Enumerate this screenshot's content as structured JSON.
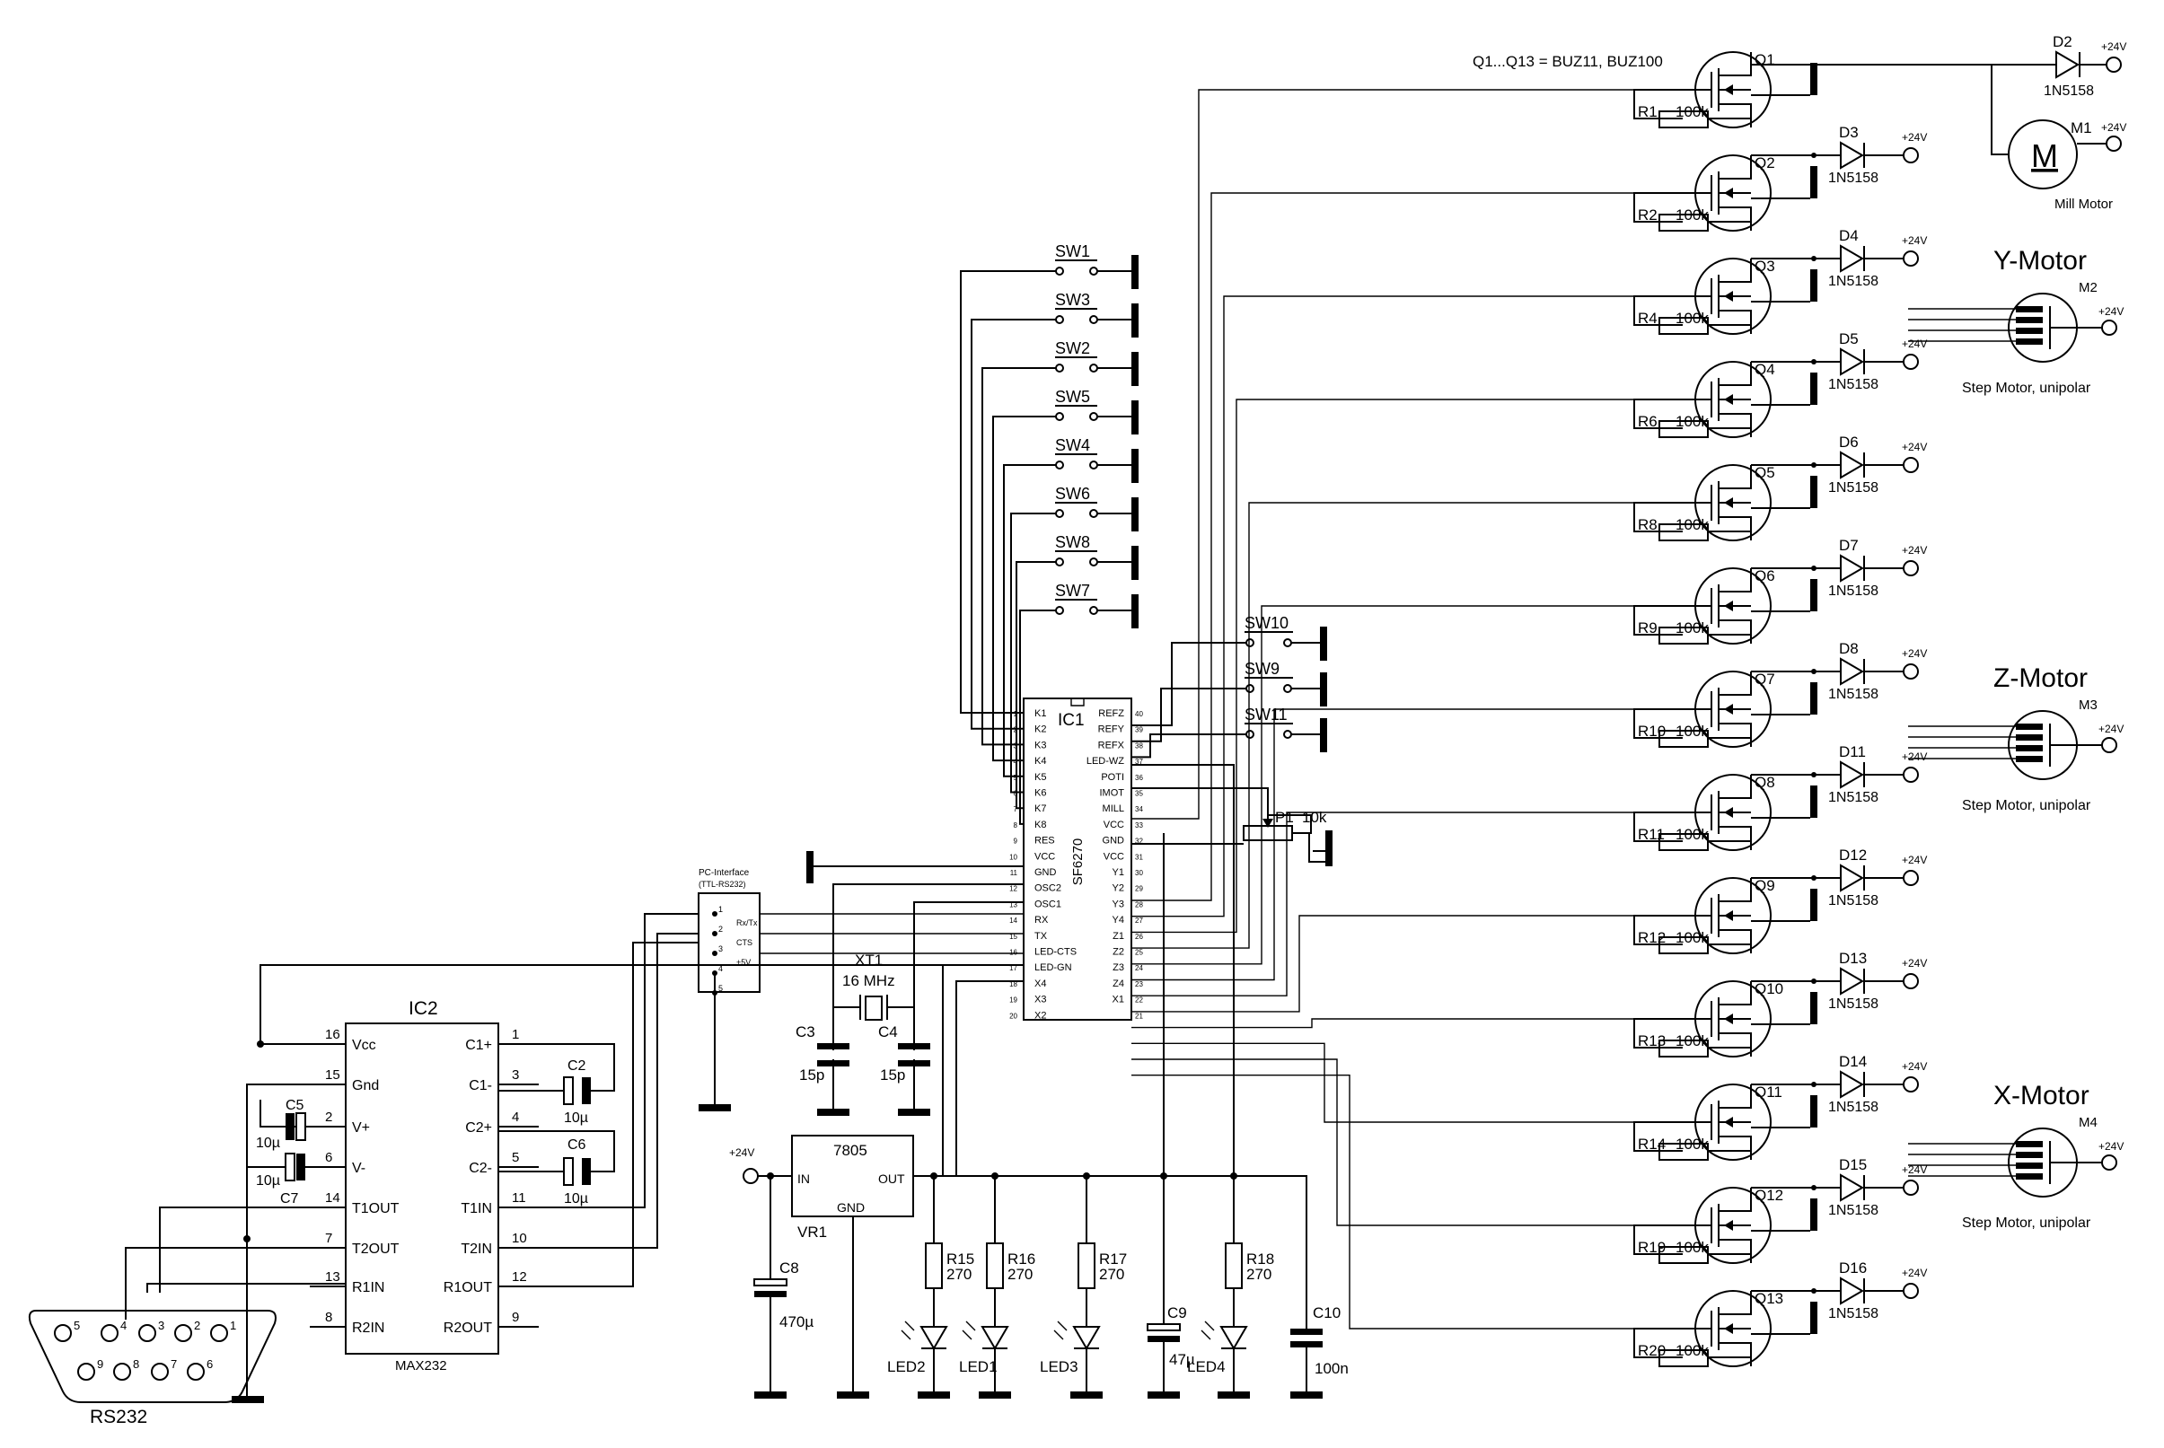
{
  "note": "Q1...Q13 = BUZ11, BUZ100",
  "ic1": {
    "ref": "IC1",
    "name": "SF6270",
    "left": [
      "K1",
      "K2",
      "K3",
      "K4",
      "K5",
      "K6",
      "K7",
      "K8",
      "RES",
      "VCC",
      "GND",
      "OSC2",
      "OSC1",
      "RX",
      "TX",
      "LED-CTS",
      "LED-GN",
      "X4",
      "X3",
      "X2"
    ],
    "right": [
      "REFZ",
      "REFY",
      "REFX",
      "LED-WZ",
      "POTI",
      "IMOT",
      "MILL",
      "VCC",
      "GND",
      "VCC",
      "Y1",
      "Y2",
      "Y3",
      "Y4",
      "Z1",
      "Z2",
      "Z3",
      "Z4",
      "X1",
      ""
    ]
  },
  "ic2": {
    "ref": "IC2",
    "name": "MAX232",
    "left_pins": [
      {
        "n": "16",
        "l": "Vcc"
      },
      {
        "n": "15",
        "l": "Gnd"
      },
      {
        "n": "2",
        "l": "V+"
      },
      {
        "n": "6",
        "l": "V-"
      },
      {
        "n": "14",
        "l": "T1OUT"
      },
      {
        "n": "7",
        "l": "T2OUT"
      },
      {
        "n": "13",
        "l": "R1IN"
      },
      {
        "n": "8",
        "l": "R2IN"
      }
    ],
    "right_pins": [
      {
        "n": "1",
        "l": "C1+"
      },
      {
        "n": "3",
        "l": "C1-"
      },
      {
        "n": "4",
        "l": "C2+"
      },
      {
        "n": "5",
        "l": "C2-"
      },
      {
        "n": "11",
        "l": "T1IN"
      },
      {
        "n": "10",
        "l": "T2IN"
      },
      {
        "n": "12",
        "l": "R1OUT"
      },
      {
        "n": "9",
        "l": "R2OUT"
      }
    ]
  },
  "switches": [
    "SW1",
    "SW3",
    "SW2",
    "SW5",
    "SW4",
    "SW6",
    "SW8",
    "SW7"
  ],
  "ref_switches": [
    "SW10",
    "SW9",
    "SW11"
  ],
  "pc_interface": {
    "title": "PC-Interface",
    "subtitle": "(TTL-RS232)",
    "pins": [
      "1",
      "2",
      "3",
      "4",
      "5"
    ],
    "labels": [
      "Rx/Tx",
      "CTS",
      "+5V"
    ]
  },
  "crystal": {
    "ref": "XT1",
    "value": "16 MHz"
  },
  "caps": {
    "c3": "C3",
    "c3v": "15p",
    "c4": "C4",
    "c4v": "15p",
    "c2": "C2",
    "c2v": "10µ",
    "c6": "C6",
    "c6v": "10µ",
    "c5": "C5",
    "c5v": "10µ",
    "c7": "C7",
    "c7v": "10µ",
    "c8": "C8",
    "c8v": "470µ",
    "c9": "C9",
    "c9v": "47µ",
    "c10": "C10",
    "c10v": "100n"
  },
  "regulator": {
    "ref": "VR1",
    "name": "7805",
    "in": "IN",
    "out": "OUT",
    "gnd": "GND",
    "supply": "+24V"
  },
  "leds": [
    {
      "r": "R15",
      "rv": "270",
      "led": "LED2"
    },
    {
      "r": "R16",
      "rv": "270",
      "led": "LED1"
    },
    {
      "r": "R17",
      "rv": "270",
      "led": "LED3"
    },
    {
      "r": "R18",
      "rv": "270",
      "led": "LED4"
    }
  ],
  "pot": {
    "ref": "P1",
    "value": "10k"
  },
  "rs232": {
    "label": "RS232",
    "pins": [
      "5",
      "4",
      "3",
      "2",
      "1",
      "9",
      "8",
      "7",
      "6"
    ]
  },
  "drivers": [
    {
      "q": "Q1",
      "r": "R1",
      "rv": "100k",
      "d": "D2",
      "dv": "1N5158"
    },
    {
      "q": "Q2",
      "r": "R2",
      "rv": "100k",
      "d": "D3",
      "dv": "1N5158"
    },
    {
      "q": "Q3",
      "r": "R4",
      "rv": "100k",
      "d": "D4",
      "dv": "1N5158"
    },
    {
      "q": "Q4",
      "r": "R6",
      "rv": "100k",
      "d": "D5",
      "dv": "1N5158"
    },
    {
      "q": "Q5",
      "r": "R8",
      "rv": "100k",
      "d": "D6",
      "dv": "1N5158"
    },
    {
      "q": "Q6",
      "r": "R9",
      "rv": "100k",
      "d": "D7",
      "dv": "1N5158"
    },
    {
      "q": "Q7",
      "r": "R10",
      "rv": "100k",
      "d": "D8",
      "dv": "1N5158"
    },
    {
      "q": "Q8",
      "r": "R11",
      "rv": "100k",
      "d": "D11",
      "dv": "1N5158"
    },
    {
      "q": "Q9",
      "r": "R12",
      "rv": "100k",
      "d": "D12",
      "dv": "1N5158"
    },
    {
      "q": "Q10",
      "r": "R13",
      "rv": "100k",
      "d": "D13",
      "dv": "1N5158"
    },
    {
      "q": "Q11",
      "r": "R14",
      "rv": "100k",
      "d": "D14",
      "dv": "1N5158"
    },
    {
      "q": "Q12",
      "r": "R19",
      "rv": "100k",
      "d": "D15",
      "dv": "1N5158"
    },
    {
      "q": "Q13",
      "r": "R20",
      "rv": "100k",
      "d": "D16",
      "dv": "1N5158"
    }
  ],
  "motors": {
    "m1": {
      "ref": "M1",
      "symbol": "M",
      "desc": "Mill Motor"
    },
    "y": {
      "title": "Y-Motor",
      "ref": "M2",
      "desc": "Step Motor, unipolar"
    },
    "z": {
      "title": "Z-Motor",
      "ref": "M3",
      "desc": "Step Motor, unipolar"
    },
    "x": {
      "title": "X-Motor",
      "ref": "M4",
      "desc": "Step Motor, unipolar"
    }
  },
  "supply_label": "+24V"
}
